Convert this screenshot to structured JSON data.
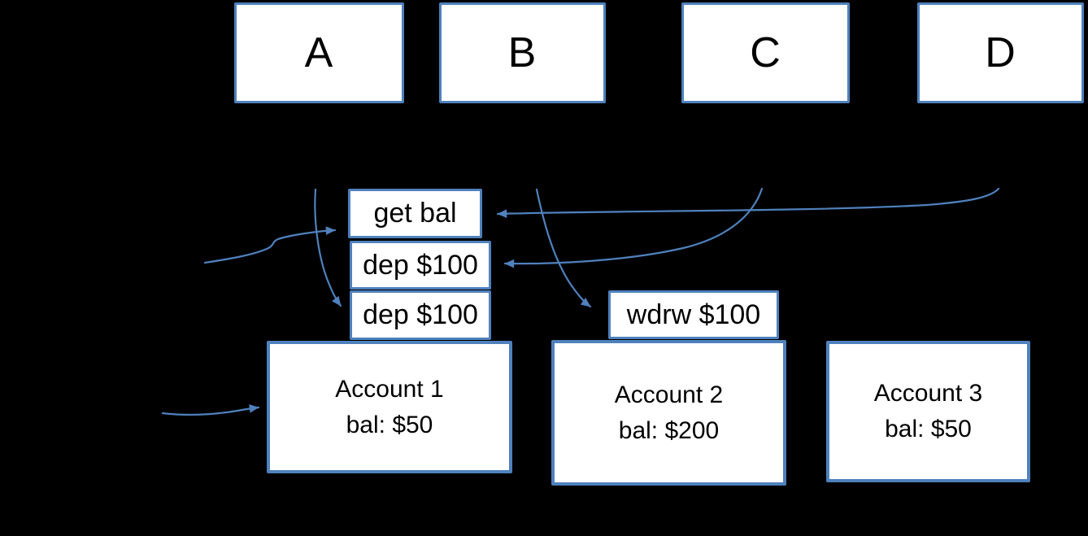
{
  "diagram": {
    "title_hint": "threads and bank accounts concurrency diagram",
    "threads": [
      {
        "label": "A"
      },
      {
        "label": "B"
      },
      {
        "label": "C"
      },
      {
        "label": "D"
      }
    ],
    "operations": [
      {
        "label": "get bal"
      },
      {
        "label": "dep $100"
      },
      {
        "label": "dep $100"
      },
      {
        "label": "wdrw $100"
      }
    ],
    "accounts": [
      {
        "name": "Account 1",
        "balance": "bal: $50"
      },
      {
        "name": "Account 2",
        "balance": "bal: $200"
      },
      {
        "name": "Account 3",
        "balance": "bal: $50"
      }
    ],
    "colors": {
      "accent": "#4f81bd",
      "background": "#000000",
      "box_fill": "#ffffff",
      "text": "#000000"
    }
  }
}
